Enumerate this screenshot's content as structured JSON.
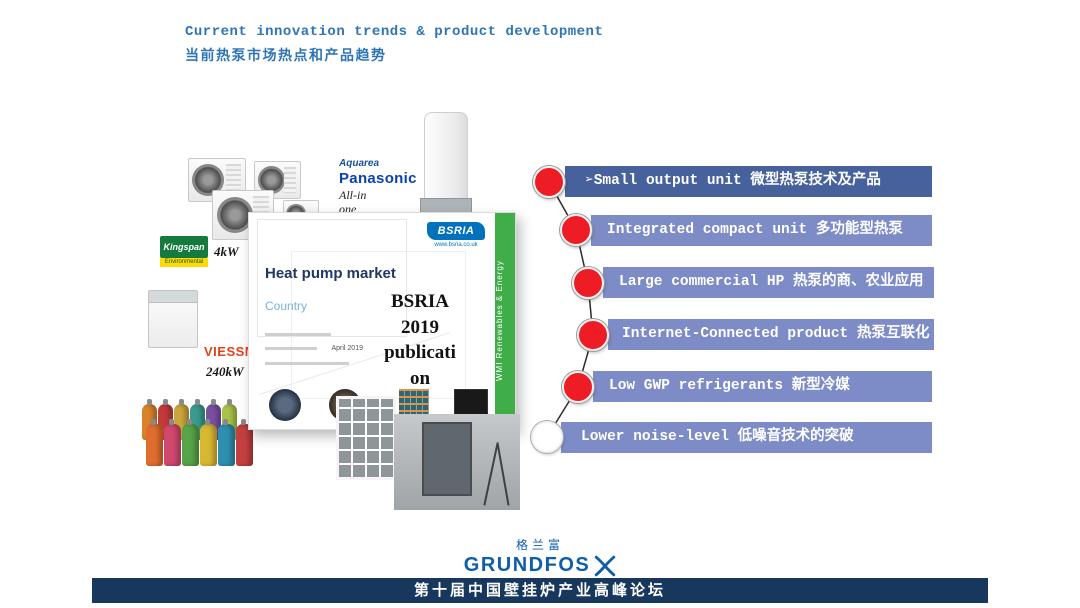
{
  "slide": {
    "title_en": "Current innovation trends & product development",
    "title_zh": "当前热泵市场热点和产品趋势"
  },
  "products": {
    "panasonic_sub": "Aquarea",
    "panasonic": "Panasonic",
    "panasonic_variant": "All-in\none",
    "kingspan": "Kingspan",
    "kingspan_sub": "Environmental",
    "kingspan_power": "4kW",
    "viessmann": "VIESSMANN",
    "viessmann_power": "240kW"
  },
  "report": {
    "logo": "BSRIA",
    "logo_url": "www.bsria.co.uk",
    "title": "Heat pump market",
    "subtitle": "Country",
    "date": "April 2019",
    "strip": "WMI Renewables & Energy",
    "overlay": "BSRIA\n2019\npublicati\non"
  },
  "bullets": [
    {
      "text": "➢Small output unit 微型热泵技术及产品"
    },
    {
      "text": "Integrated compact unit 多功能型热泵"
    },
    {
      "text": "Large commercial HP 热泵的商、农业应用"
    },
    {
      "text": "Internet-Connected product 热泵互联化"
    },
    {
      "text": "Low GWP refrigerants 新型冷媒"
    },
    {
      "text": "Lower noise-level 低噪音技术的突破"
    }
  ],
  "footer": {
    "grundfos_zh": "格兰富",
    "grundfos": "GRUNDFOS",
    "banner": "第十届中国壁挂炉产业高峰论坛"
  },
  "colors": {
    "title_blue": "#2e75b6",
    "bar_dark": "#46619c",
    "bar_light": "#7d8cc6",
    "bullet_red": "#ee1c25",
    "footer_navy": "#17375d",
    "grundfos_blue": "#0e5ea8",
    "bsria_blue": "#0072bc",
    "strip_green": "#3fae49",
    "viessmann_red": "#e6401a"
  }
}
